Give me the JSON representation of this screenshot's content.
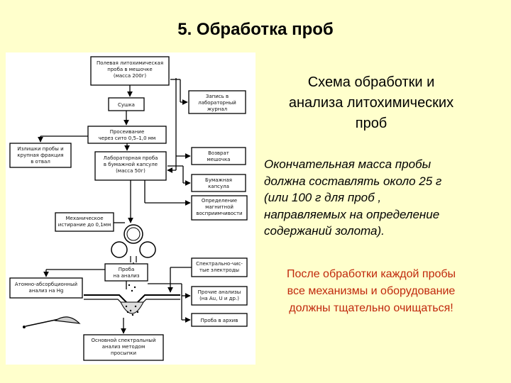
{
  "slide": {
    "title": "5. Обработка проб",
    "heading_lines": [
      "Схема обработки и",
      "анализа литохимических",
      "проб"
    ],
    "note_lines": [
      "Окончательная масса пробы",
      "должна составлять около 25 г",
      "(или 100 г для проб ,",
      "направляемых на определение",
      "содержаний золота)."
    ],
    "warning_lines": [
      "После обработки каждой пробы",
      "все механизмы и оборудование",
      "должны тщательно очищаться!"
    ],
    "colors": {
      "background": "#ffffcc",
      "warning": "#c0280c"
    }
  },
  "diagram": {
    "field_sample": [
      "Полевая литохимическая",
      "проба в мешочке",
      "(масса 200г)"
    ],
    "lab_journal": [
      "Запись в",
      "лабораторный",
      "журнал"
    ],
    "drying": [
      "Сушка"
    ],
    "sieving": [
      "Просеивание",
      "через сито 0,5–1,0 мм"
    ],
    "excess": [
      "Излишки пробы и",
      "крупная фракция",
      "в отвал"
    ],
    "lab_sample": [
      "Лабораторная проба",
      "в бумажной капсуле",
      "(масса 50г)"
    ],
    "return": [
      "Возврат",
      "мешочка"
    ],
    "paper_capsule": [
      "Бумажная",
      "капсула"
    ],
    "magnetic": [
      "Определение",
      "магнитной",
      "восприимчивости"
    ],
    "grinding": [
      "Механическое",
      "истирание до 0,1мм"
    ],
    "sample_to_analysis": [
      "Проба",
      "на анализ"
    ],
    "spectral_electrodes": [
      "Спектрально-чис-",
      "тые электроды"
    ],
    "atomic_absorption": [
      "Атомно-абсорбционный",
      "анализ на Hg"
    ],
    "other_analyses": [
      "Прочие анализы",
      "(на Au, U и др.)"
    ],
    "archive": [
      "Проба в архив"
    ],
    "spectral_main": [
      "Основной спектральный",
      "анализ методом",
      "просыпки"
    ]
  }
}
